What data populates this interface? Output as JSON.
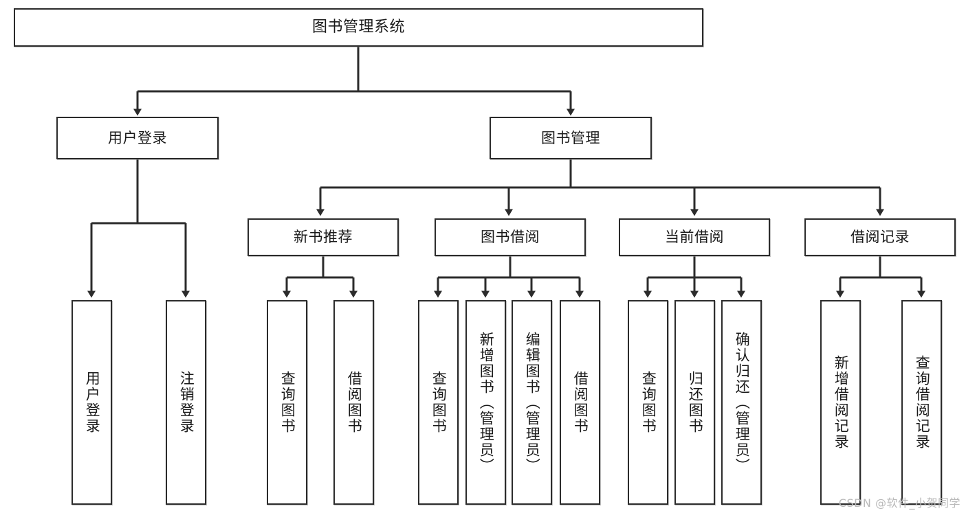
{
  "diagram": {
    "title": "图书管理系统",
    "line_color": "#2b2b2b",
    "box_border_color": "#2b2b2b",
    "box_fill_color": "#ffffff",
    "text_color": "#1a1a1a",
    "background_color": "#ffffff"
  },
  "root": {
    "label": "图书管理系统"
  },
  "level2": [
    {
      "label": "用户登录"
    },
    {
      "label": "图书管理"
    }
  ],
  "level3": [
    {
      "label": "新书推荐"
    },
    {
      "label": "图书借阅"
    },
    {
      "label": "当前借阅"
    },
    {
      "label": "借阅记录"
    }
  ],
  "leaves": {
    "user_login": [
      {
        "label": "用户登录"
      },
      {
        "label": "注销登录"
      }
    ],
    "new_book_recommend": [
      {
        "label": "查询图书"
      },
      {
        "label": "借阅图书"
      }
    ],
    "book_borrow": [
      {
        "label": "查询图书"
      },
      {
        "label": "新增图书（管理员）"
      },
      {
        "label": "编辑图书（管理员）"
      },
      {
        "label": "借阅图书"
      }
    ],
    "current_borrow": [
      {
        "label": "查询图书"
      },
      {
        "label": "归还图书"
      },
      {
        "label": "确认归还（管理员）"
      }
    ],
    "borrow_record": [
      {
        "label": "新增借阅记录"
      },
      {
        "label": "查询借阅记录"
      }
    ]
  },
  "watermark": {
    "text": "CSDN @软件_小贺同学"
  }
}
